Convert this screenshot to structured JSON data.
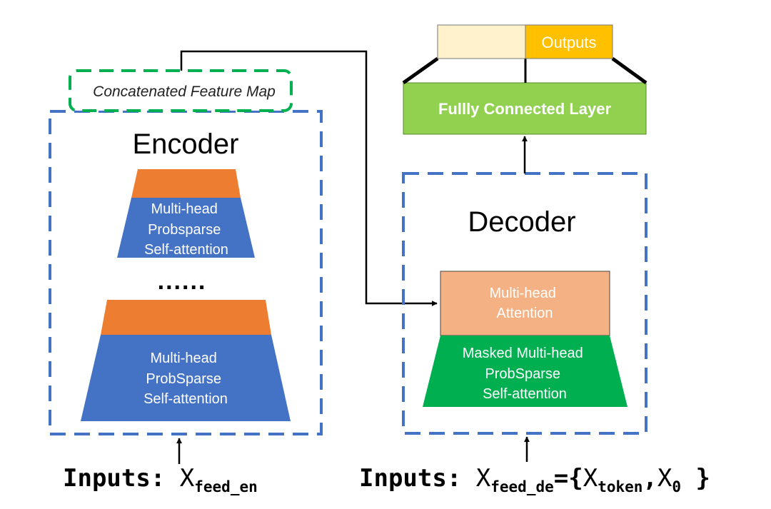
{
  "encoder": {
    "title": "Encoder",
    "layer_small": {
      "lines": [
        "Multi-head",
        "Probsparse",
        "Self-attention"
      ]
    },
    "ellipsis": "......",
    "layer_large": {
      "lines": [
        "Multi-head",
        "ProbSparse",
        "Self-attention"
      ]
    }
  },
  "concat_label": "Concatenated Feature Map",
  "decoder": {
    "title": "Decoder",
    "attention": {
      "lines": [
        "Multi-head",
        "Attention"
      ]
    },
    "masked": {
      "lines": [
        "Masked Multi-head",
        "ProbSparse",
        "Self-attention"
      ]
    }
  },
  "fc_layer": "Fullly Connected Layer",
  "outputs": "Outputs",
  "inputs_encoder": {
    "prefix": "Inputs: ",
    "x": "X",
    "sub": "feed_en"
  },
  "inputs_decoder": {
    "prefix": "Inputs: ",
    "x": "X",
    "sub": "feed_de",
    "eq_open": "={",
    "x_token": "X",
    "sub_token": "token",
    "comma": ",",
    "x_zero": "X",
    "sub_zero": "0",
    "close": " }"
  },
  "colors": {
    "encoder_border": "#4472c4",
    "concat_border": "#00b050",
    "orange_cap": "#ed7d31",
    "blue_block": "#4472c4",
    "peach_block": "#f4b183",
    "green_block": "#00b050",
    "fc_fill": "#92d050",
    "output_left": "#fff2cc",
    "output_right": "#ffc000"
  }
}
